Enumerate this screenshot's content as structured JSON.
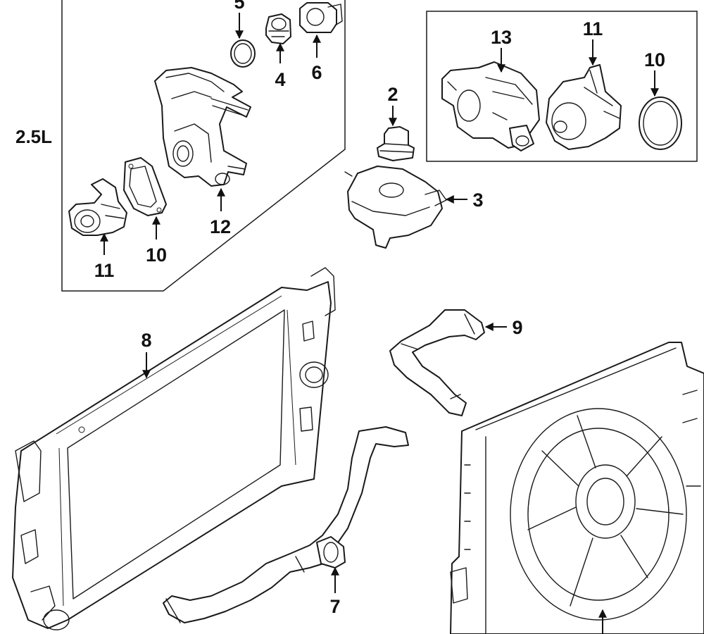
{
  "engine_label": "2.5L",
  "callouts": {
    "c2": "2",
    "c3": "3",
    "c4": "4",
    "c5": "5",
    "c6": "6",
    "c7": "7",
    "c8": "8",
    "c9": "9",
    "c10a": "10",
    "c10b": "10",
    "c11a": "11",
    "c11b": "11",
    "c12": "12",
    "c13": "13"
  }
}
